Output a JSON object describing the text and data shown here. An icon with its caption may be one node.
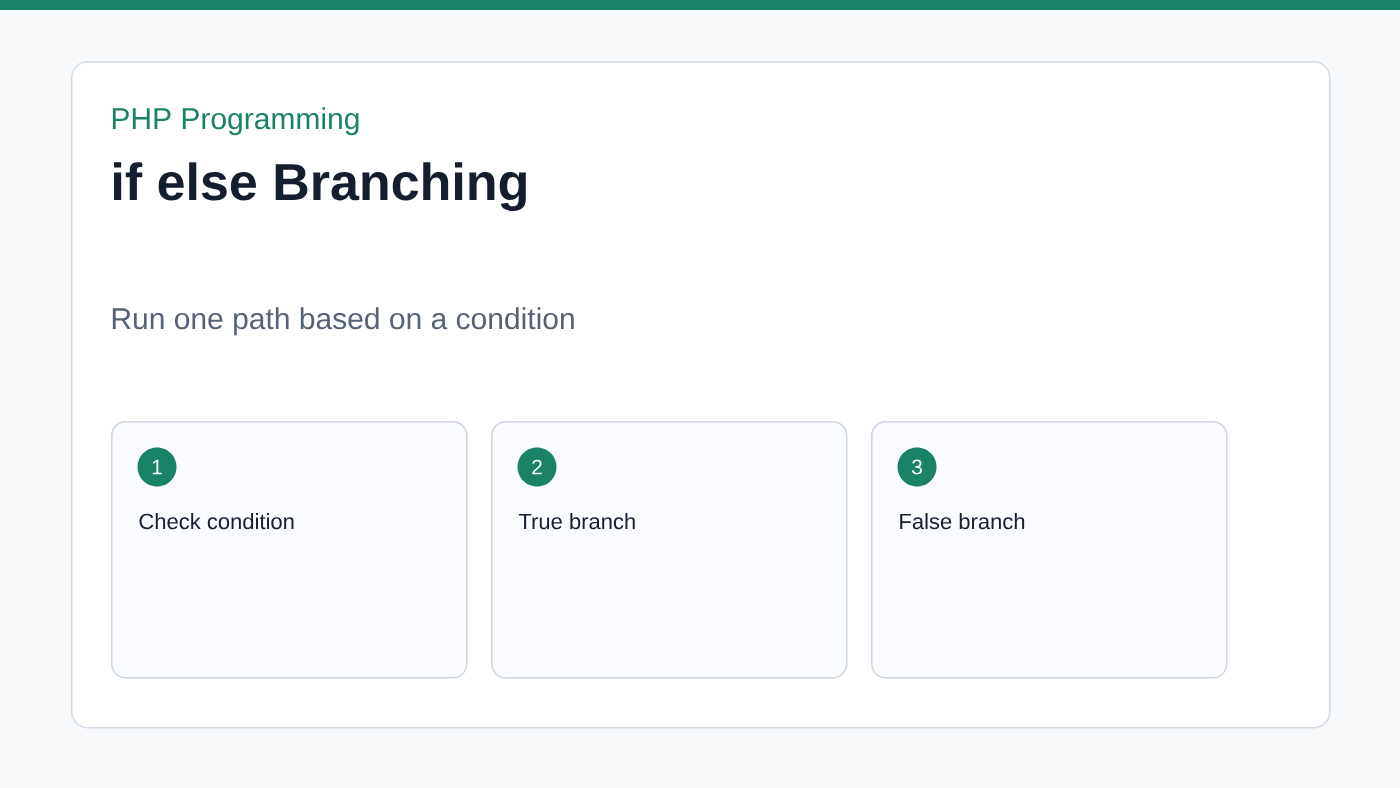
{
  "diagram": {
    "nodes": [
      {
        "text": [
          "PHP Programming",
          "if else Branching",
          "Run one path based on a condition"
        ]
      },
      {
        "text": [
          "Check condition"
        ],
        "in": 0
      },
      {
        "text": [
          "1"
        ],
        "in": 1
      },
      {
        "text": [
          "True branch"
        ],
        "in": 0
      },
      {
        "text": [
          "2"
        ],
        "in": 3
      },
      {
        "text": [
          "False branch"
        ],
        "in": 0
      },
      {
        "text": [
          "3"
        ],
        "in": 5
      }
    ]
  }
}
